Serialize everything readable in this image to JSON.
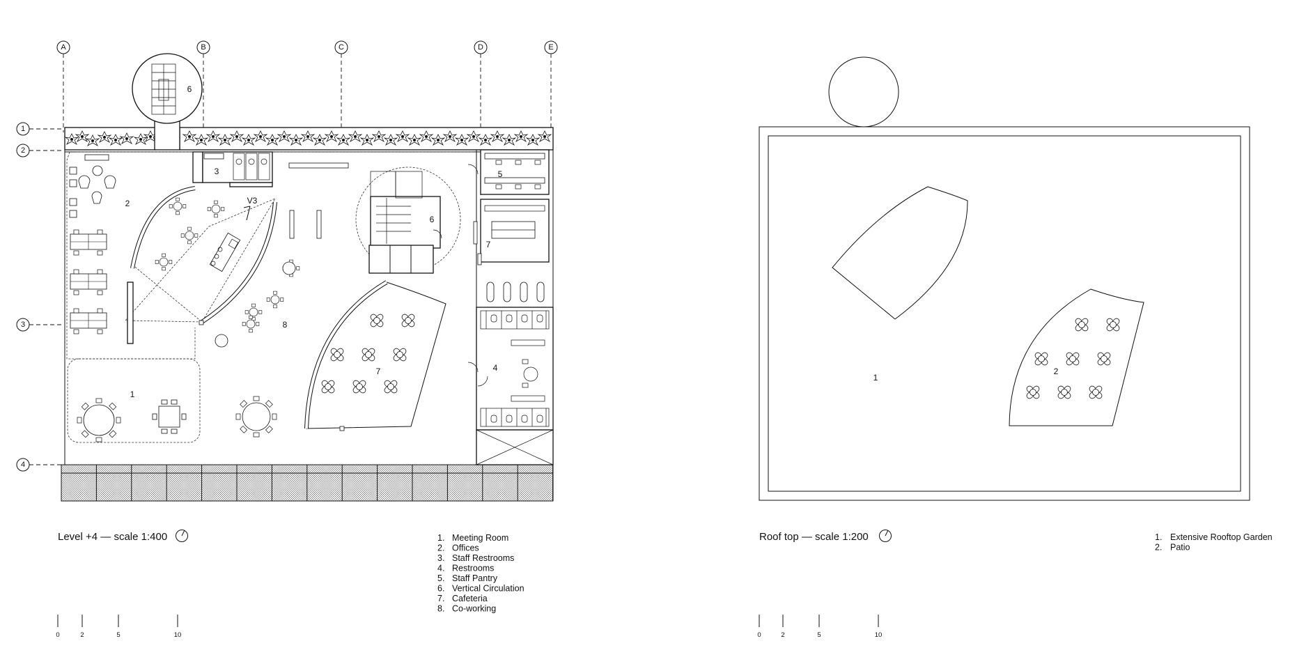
{
  "left_plan": {
    "title": "Level +4 — scale 1:400",
    "grid_columns": [
      "A",
      "B",
      "C",
      "D",
      "E"
    ],
    "grid_rows": [
      "1",
      "2",
      "3",
      "4"
    ],
    "room_tags": [
      "1",
      "2",
      "3",
      "4",
      "5",
      "6",
      "6",
      "7",
      "7",
      "8",
      "V3"
    ],
    "legend": [
      {
        "n": "1.",
        "label": "Meeting Room"
      },
      {
        "n": "2.",
        "label": "Offices"
      },
      {
        "n": "3.",
        "label": "Staff Restrooms"
      },
      {
        "n": "4.",
        "label": "Restrooms"
      },
      {
        "n": "5.",
        "label": "Staff Pantry"
      },
      {
        "n": "6.",
        "label": "Vertical Circulation"
      },
      {
        "n": "7.",
        "label": "Cafeteria"
      },
      {
        "n": "8.",
        "label": "Co-working"
      }
    ],
    "scale_bar": [
      "0",
      "2",
      "5",
      "10"
    ]
  },
  "right_plan": {
    "title": "Roof top — scale 1:200",
    "room_tags": [
      "1",
      "2"
    ],
    "legend": [
      {
        "n": "1.",
        "label": "Extensive Rooftop Garden"
      },
      {
        "n": "2.",
        "label": "Patio"
      }
    ],
    "scale_bar": [
      "0",
      "2",
      "5",
      "10"
    ]
  },
  "icons": {
    "north_arrow": "north-arrow-icon"
  },
  "colors": {
    "line": "#111111",
    "background": "#ffffff"
  }
}
